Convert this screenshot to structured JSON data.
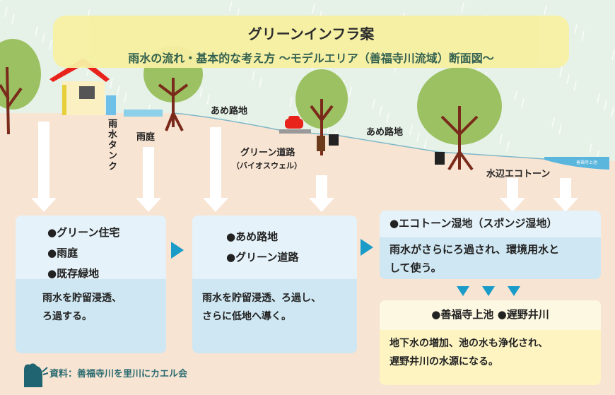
{
  "header": {
    "title": "グリーンインフラ案",
    "subtitle": "雨水の流れ・基本的な考え方 ～モデルエリア（善福寺川流域）断面図～"
  },
  "scene_labels": {
    "rain_tank": "雨水タンク",
    "rain_garden": "雨庭",
    "ame_roji_1": "あめ路地",
    "green_road": "グリーン道路",
    "bioswale": "（バイオスウェル）",
    "ame_roji_2": "あめ路地",
    "waterside": "水辺エコトーン",
    "pond": "善福寺上池"
  },
  "boxes": [
    {
      "items": [
        "●グリーン住宅",
        "●雨庭",
        "●既存緑地"
      ],
      "desc": [
        "雨水を貯留浸透、",
        "ろ過する。"
      ]
    },
    {
      "items": [
        "●あめ路地",
        "●グリーン道路"
      ],
      "desc": [
        "雨水を貯留浸透、ろ過し、",
        "さらに低地へ導く。"
      ]
    },
    {
      "items": [
        "●エコトーン湿地（スポンジ湿地）"
      ],
      "desc": [
        "雨水がさらにろ過され、環境用水と",
        "して使う。"
      ]
    },
    {
      "items": [
        "●善福寺上池 ●遅野井川"
      ],
      "desc": [
        "地下水の増加、池の水も浄化され、",
        "遅野井川の水源になる。"
      ]
    }
  ],
  "footer": {
    "source": "資料：善福寺川を里川にカエル会"
  },
  "colors": {
    "accent": "#1a9bc8",
    "banner": "#f7f0a2",
    "ground": "#f8e4d3",
    "sky": "#e6f2e8"
  }
}
